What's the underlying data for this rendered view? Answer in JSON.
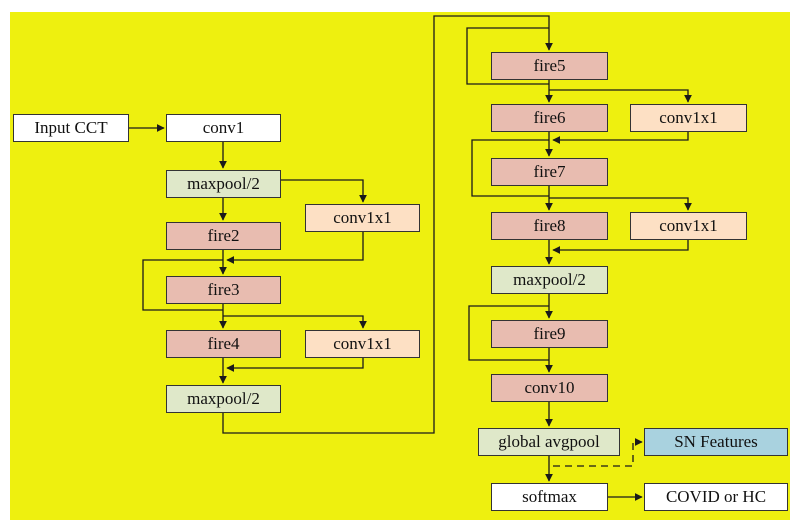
{
  "colors": {
    "background": "#eef00f",
    "white": "#ffffff",
    "fire": "#e8bcb0",
    "pool": "#dfe8c9",
    "conv1x1": "#fde0c4",
    "sn": "#a9d2df",
    "line": "#1a1a1a"
  },
  "nodes": {
    "input": "Input CCT",
    "conv1": "conv1",
    "maxpool_a": "maxpool/2",
    "conv1x1_a": "conv1x1",
    "fire2": "fire2",
    "fire3": "fire3",
    "fire4": "fire4",
    "conv1x1_b": "conv1x1",
    "maxpool_b": "maxpool/2",
    "fire5": "fire5",
    "fire6": "fire6",
    "conv1x1_c": "conv1x1",
    "fire7": "fire7",
    "fire8": "fire8",
    "conv1x1_d": "conv1x1",
    "maxpool_c": "maxpool/2",
    "fire9": "fire9",
    "conv10": "conv10",
    "gap": "global avgpool",
    "sn": "SN Features",
    "softmax": "softmax",
    "output": "COVID or HC"
  }
}
